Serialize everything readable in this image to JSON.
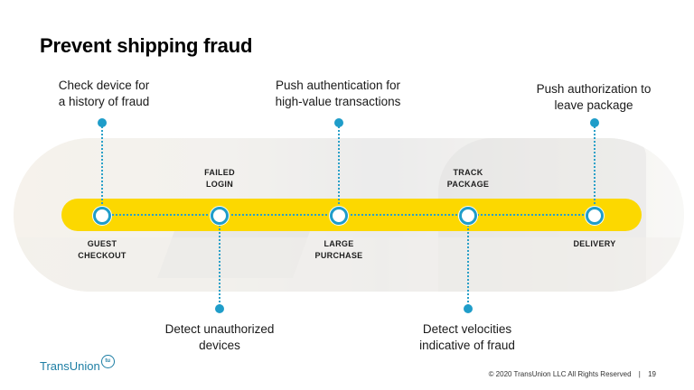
{
  "slide": {
    "title": "Prevent shipping fraud",
    "stages": [
      {
        "label_lines": [
          "GUEST",
          "CHECKOUT"
        ]
      },
      {
        "label_lines": [
          "FAILED",
          "LOGIN"
        ]
      },
      {
        "label_lines": [
          "LARGE",
          "PURCHASE"
        ]
      },
      {
        "label_lines": [
          "TRACK",
          "PACKAGE"
        ]
      },
      {
        "label_lines": [
          "DELIVERY"
        ]
      }
    ],
    "callouts": [
      {
        "lines": [
          "Check device for",
          "a history of fraud"
        ]
      },
      {
        "lines": [
          "Detect unauthorized",
          "devices"
        ]
      },
      {
        "lines": [
          "Push authentication for",
          "high-value transactions"
        ]
      },
      {
        "lines": [
          "Detect velocities",
          "indicative of fraud"
        ]
      },
      {
        "lines": [
          "Push authorization to",
          "leave package"
        ]
      }
    ]
  },
  "colors": {
    "bar": "#fcd800",
    "node": "#1f9dc9",
    "brand": "#1d7ea4"
  },
  "footer": {
    "logo_text": "TransUnion",
    "logo_mark": "tu",
    "copyright": "© 2020 TransUnion LLC All Rights Reserved",
    "separator": "|",
    "page_number": "19"
  }
}
